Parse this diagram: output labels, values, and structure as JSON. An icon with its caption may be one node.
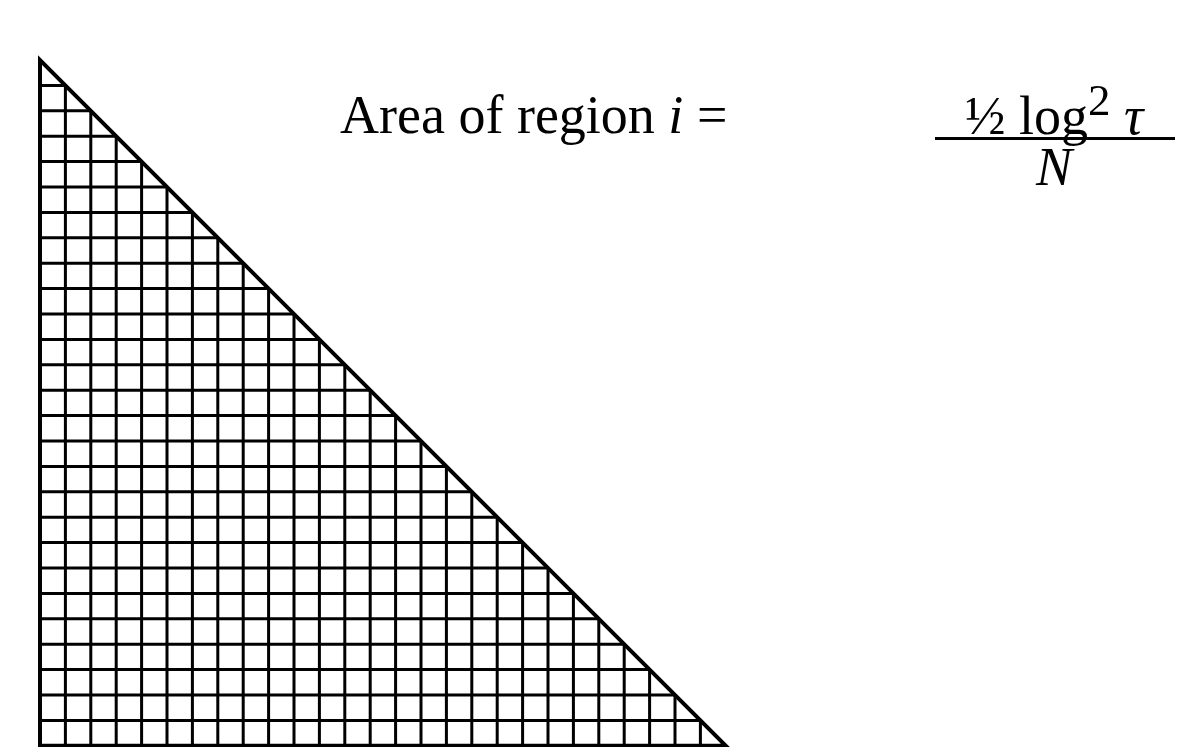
{
  "diagram": {
    "labels": [
      "Area of region *i* =",
      "½ log$^{2}$ *τ*",
      "*N*"
    ]
  }
}
